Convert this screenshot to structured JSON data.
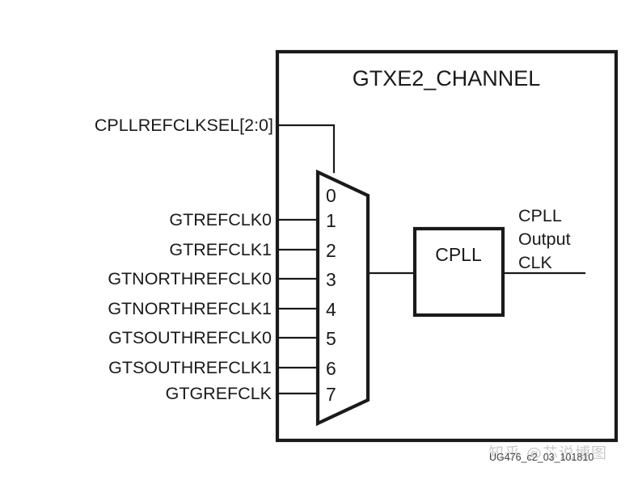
{
  "figure": {
    "title": "GTXE2_CHANNEL",
    "figure_id": "UG476_c2_03_101810",
    "watermark": "知乎 @芯说博图",
    "line_color": "#1a1a1a",
    "background_color": "#ffffff"
  },
  "select_signal": {
    "label": "CPLLREFCLKSEL[2:0]"
  },
  "mux": {
    "ports": [
      {
        "index": "0",
        "signal": ""
      },
      {
        "index": "1",
        "signal": "GTREFCLK0"
      },
      {
        "index": "2",
        "signal": "GTREFCLK1"
      },
      {
        "index": "3",
        "signal": "GTNORTHREFCLK0"
      },
      {
        "index": "4",
        "signal": "GTNORTHREFCLK1"
      },
      {
        "index": "5",
        "signal": "GTSOUTHREFCLK0"
      },
      {
        "index": "6",
        "signal": "GTSOUTHREFCLK1"
      },
      {
        "index": "7",
        "signal": "GTGREFCLK"
      }
    ]
  },
  "cpll_block": {
    "label": "CPLL"
  },
  "output": {
    "line1": "CPLL",
    "line2": "Output",
    "line3": "CLK"
  }
}
